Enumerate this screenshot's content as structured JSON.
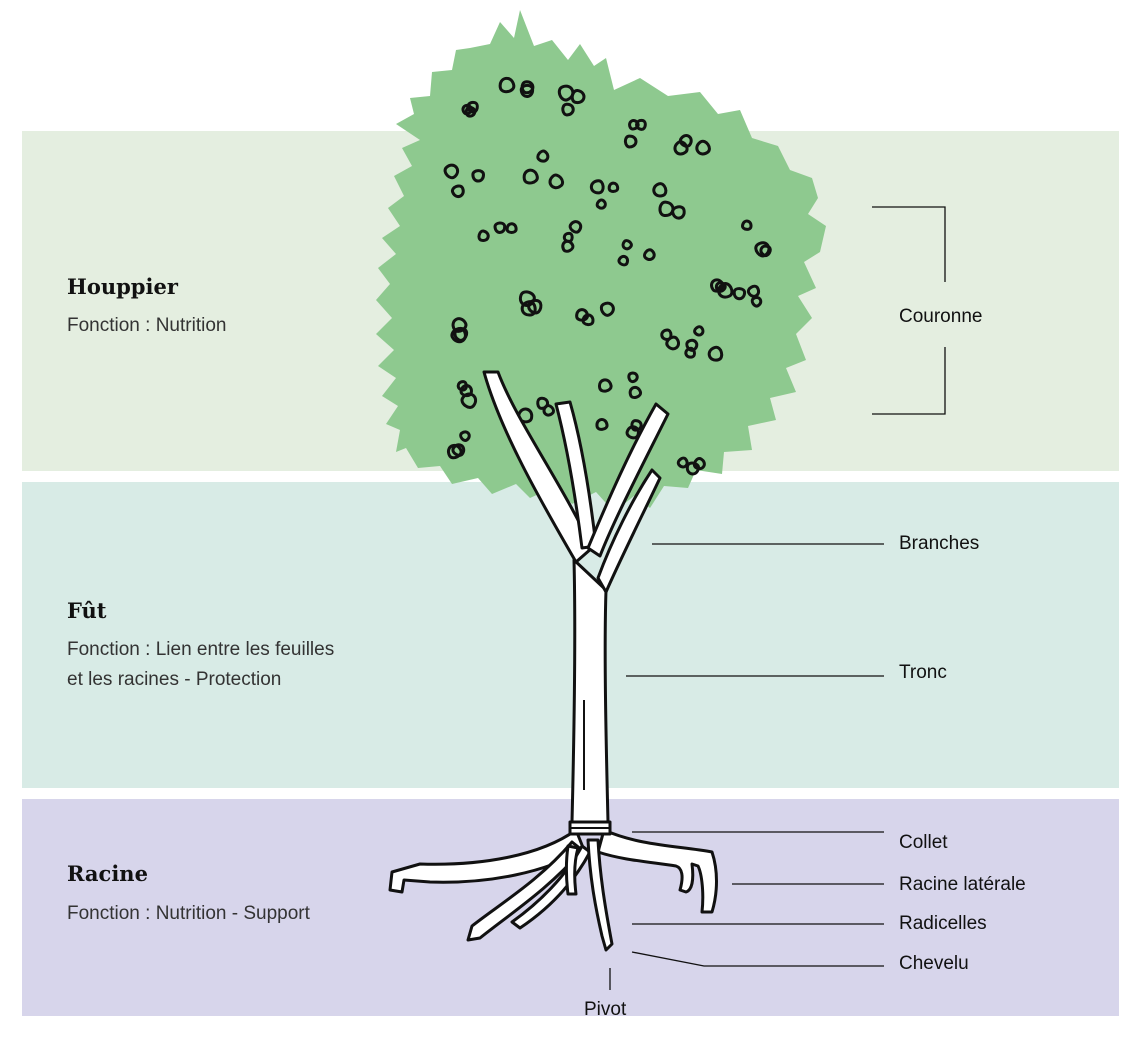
{
  "colors": {
    "houppier_band": "#e4eee0",
    "fut_band": "#d8ebe6",
    "racine_band": "#d7d5eb",
    "foliage": "#8ec98f",
    "ink": "#111111"
  },
  "sections": {
    "houppier": {
      "title": "Houppier",
      "function": "Fonction : Nutrition"
    },
    "fut": {
      "title": "Fût",
      "function_line1": "Fonction : Lien entre les feuilles",
      "function_line2": "et les racines - Protection"
    },
    "racine": {
      "title": "Racine",
      "function": "Fonction : Nutrition - Support"
    }
  },
  "labels": {
    "couronne": "Couronne",
    "branches": "Branches",
    "tronc": "Tronc",
    "collet": "Collet",
    "racine_laterale": "Racine latérale",
    "radicelles": "Radicelles",
    "chevelu": "Chevelu",
    "pivot": "Pivot"
  }
}
